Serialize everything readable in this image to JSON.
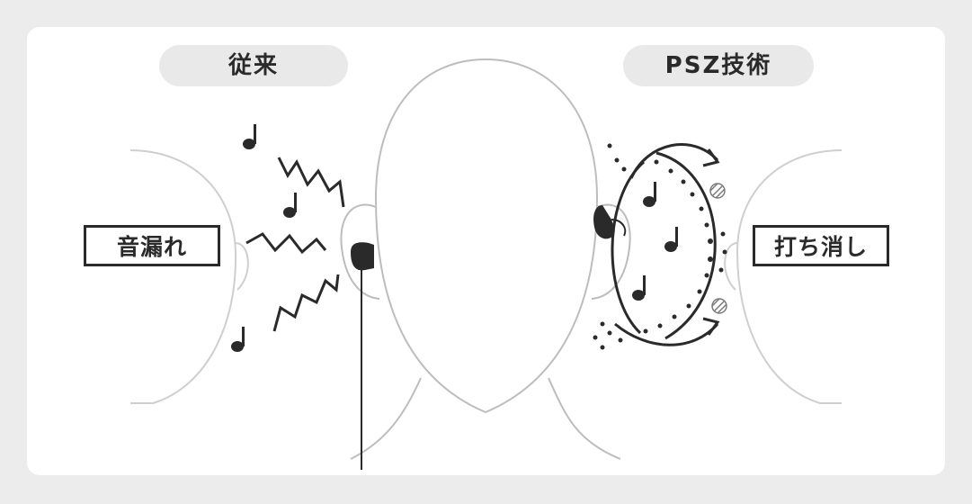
{
  "labels": {
    "conventional": "従来",
    "psz": "PSZ技術",
    "leak": "音漏れ",
    "cancel": "打ち消し"
  },
  "colors": {
    "background": "#ececec",
    "panel": "#ffffff",
    "pill": "#e9e9e9",
    "line": "#bdbdbd",
    "ink": "#2a2a2a"
  },
  "icons": [
    "music-note-icon",
    "sound-wave-icon",
    "earphone-icon",
    "cancel-arrow-icon"
  ]
}
